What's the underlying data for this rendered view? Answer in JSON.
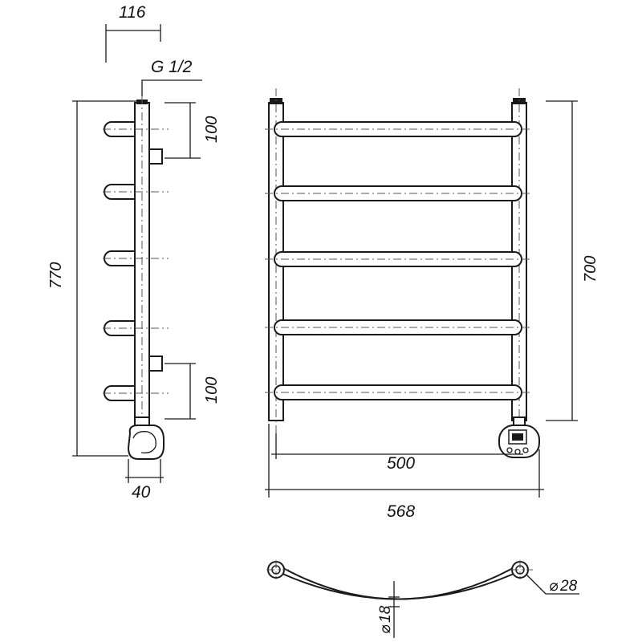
{
  "dimensions": {
    "side_depth": "116",
    "thread": "G 1/2",
    "top_offset": "100",
    "bottom_offset": "100",
    "side_height": "770",
    "side_width": "40",
    "front_height": "700",
    "center_distance": "500",
    "total_width": "568",
    "tube_diameter": "28",
    "rung_diameter": "18"
  },
  "symbols": {
    "diameter": "⌀"
  }
}
